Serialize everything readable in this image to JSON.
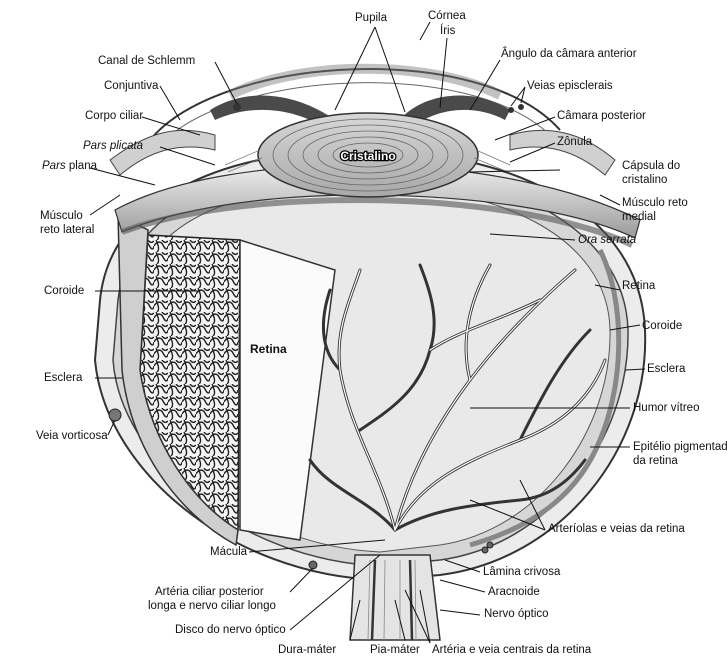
{
  "labels": {
    "pupila": "Pupila",
    "cornea": "Córnea",
    "iris": "Íris",
    "angulo": "Ângulo da câmara anterior",
    "canal_schlemm": "Canal de Schlemm",
    "veias_episclerais": "Veias episclerais",
    "conjuntiva": "Conjuntiva",
    "camara_posterior": "Câmara posterior",
    "corpo_ciliar": "Corpo ciliar",
    "zonula": "Zônula",
    "pars_plicata": "Pars plicata",
    "pars_plana_a": "Pars",
    "pars_plana_b": " plana",
    "cristalino": "Cristalino",
    "capsula_1": "Cápsula do",
    "capsula_2": "cristalino",
    "musculo_lateral_1": "Músculo",
    "musculo_lateral_2": "reto lateral",
    "musculo_medial_1": "Músculo reto",
    "musculo_medial_2": "medial",
    "ora_serrata": "Ora serrata",
    "coroide_left": "Coroide",
    "retina_right": "Retina",
    "retina_center": "Retina",
    "coroide_right": "Coroide",
    "esclera_left": "Esclera",
    "esclera_right": "Esclera",
    "humor_vitreo": "Humor vítreo",
    "veia_vorticosa": "Veia vorticosa",
    "epitelio_1": "Epitélio pigmentado",
    "epitelio_2": "da retina",
    "arteriolas": "Arteríolas e veias da retina",
    "macula": "Mácula",
    "lamina_crivosa": "Lâmina crivosa",
    "arteria_ciliar_1": "Artéria ciliar posterior",
    "arteria_ciliar_2": "longa e nervo ciliar longo",
    "aracnoide": "Aracnoide",
    "nervo_optico": "Nervo óptico",
    "disco": "Disco do nervo óptico",
    "dura_mater": "Dura-máter",
    "pia_mater": "Pia-máter",
    "arteria_central": "Artéria e veia centrais da retina"
  }
}
